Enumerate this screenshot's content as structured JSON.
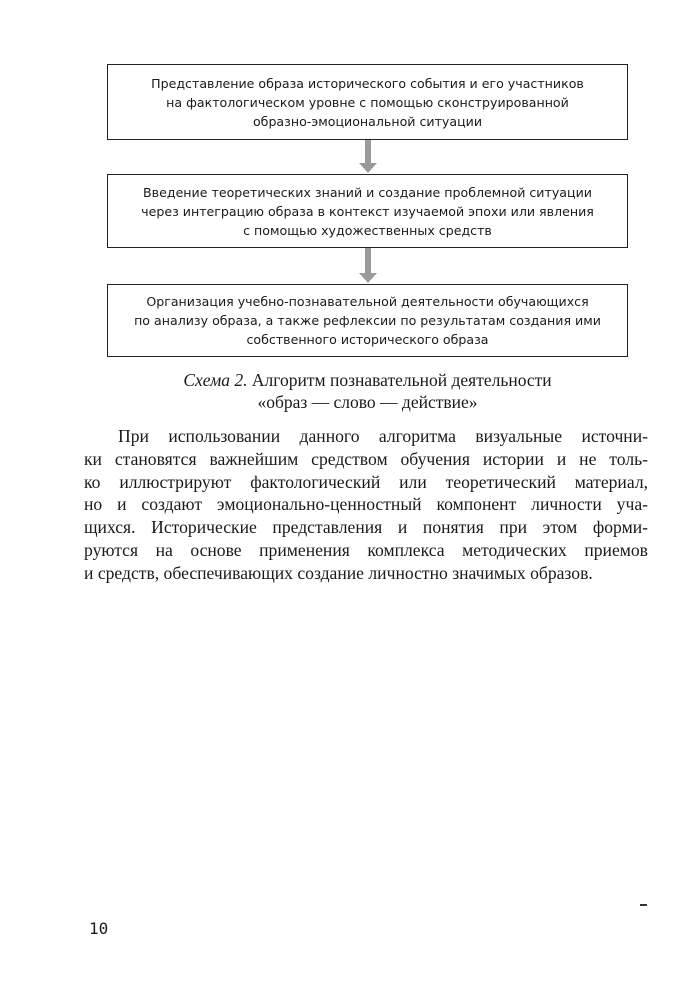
{
  "diagram": {
    "steps": [
      {
        "lines": [
          "Представление образа исторического события и его участников",
          "на фактологическом уровне с помощью сконструированной",
          "образно-эмоциональной ситуации"
        ]
      },
      {
        "lines": [
          "Введение теоретических знаний и создание проблемной ситуации",
          "через интеграцию образа в контекст изучаемой эпохи или явления",
          "с помощью художественных средств"
        ]
      },
      {
        "lines": [
          "Организация учебно-познавательной деятельности обучающихся",
          "по анализу образа, а также рефлексии по результатам создания ими",
          "собственного исторического образа"
        ]
      }
    ],
    "arrow_color": "#9a9a9a"
  },
  "caption": {
    "label": "Схема 2.",
    "line1_rest": " Алгоритм познавательной деятельности",
    "line2": "«образ — слово — действие»"
  },
  "paragraph": {
    "lines": [
      "При использовании данного алгоритма визуальные источни-",
      "ки становятся важнейшим средством обучения истории и не толь-",
      "ко иллюстрируют фактологический или теоретический материал,",
      "но и создают эмоционально-ценностный компонент личности уча-",
      "щихся. Исторические представления и понятия при этом форми-",
      "руются на основе применения комплекса методических приемов",
      "и средств, обеспечивающих создание личностно значимых образов."
    ]
  },
  "page_number": "10"
}
